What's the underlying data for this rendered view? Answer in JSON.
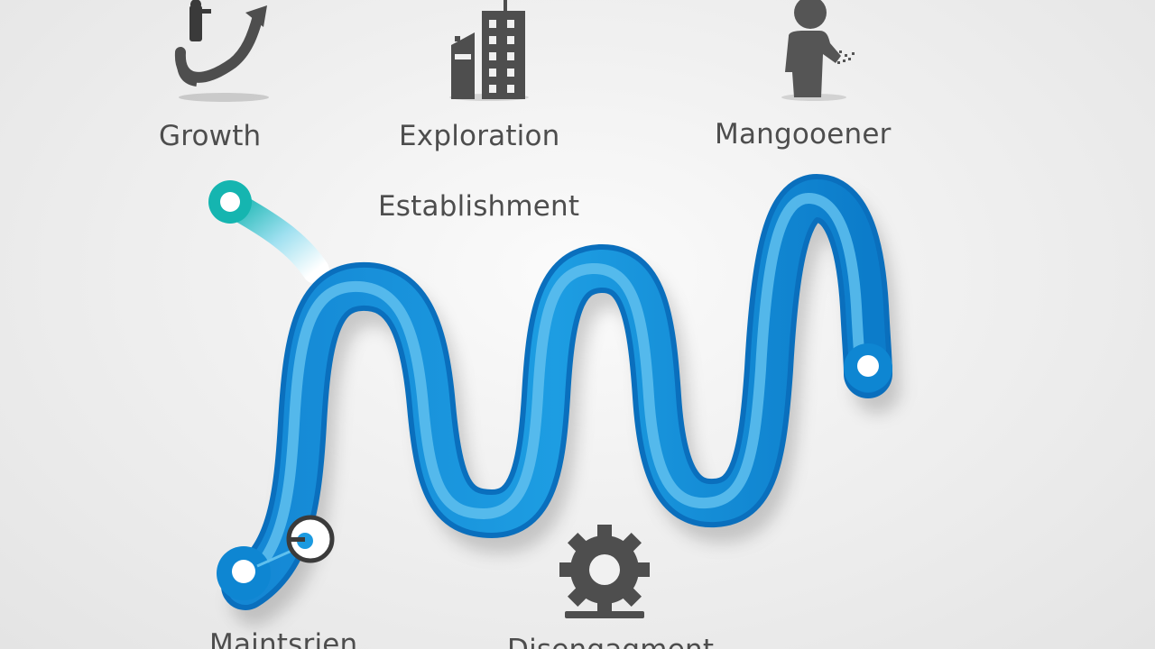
{
  "stages": {
    "growth": {
      "label": "Growth",
      "icon": "person-climbing-arrow-icon"
    },
    "exploration": {
      "label": "Exploration",
      "icon": "buildings-icon"
    },
    "management": {
      "label": "Mangooener",
      "icon": "person-icon"
    },
    "establishment": {
      "label": "Establishment"
    },
    "maintenance": {
      "label": "Maintsrien",
      "icon": "key-icon"
    },
    "disengagement": {
      "label": "Disengagment",
      "icon": "gear-icon"
    }
  },
  "colors": {
    "ribbon_dark": "#0a77c6",
    "ribbon_mid": "#1b9ae0",
    "ribbon_light": "#6cc6f0",
    "teal_start": "#15b5b0",
    "icon_gray": "#4e4e4e",
    "text_gray": "#4d4d4d"
  }
}
